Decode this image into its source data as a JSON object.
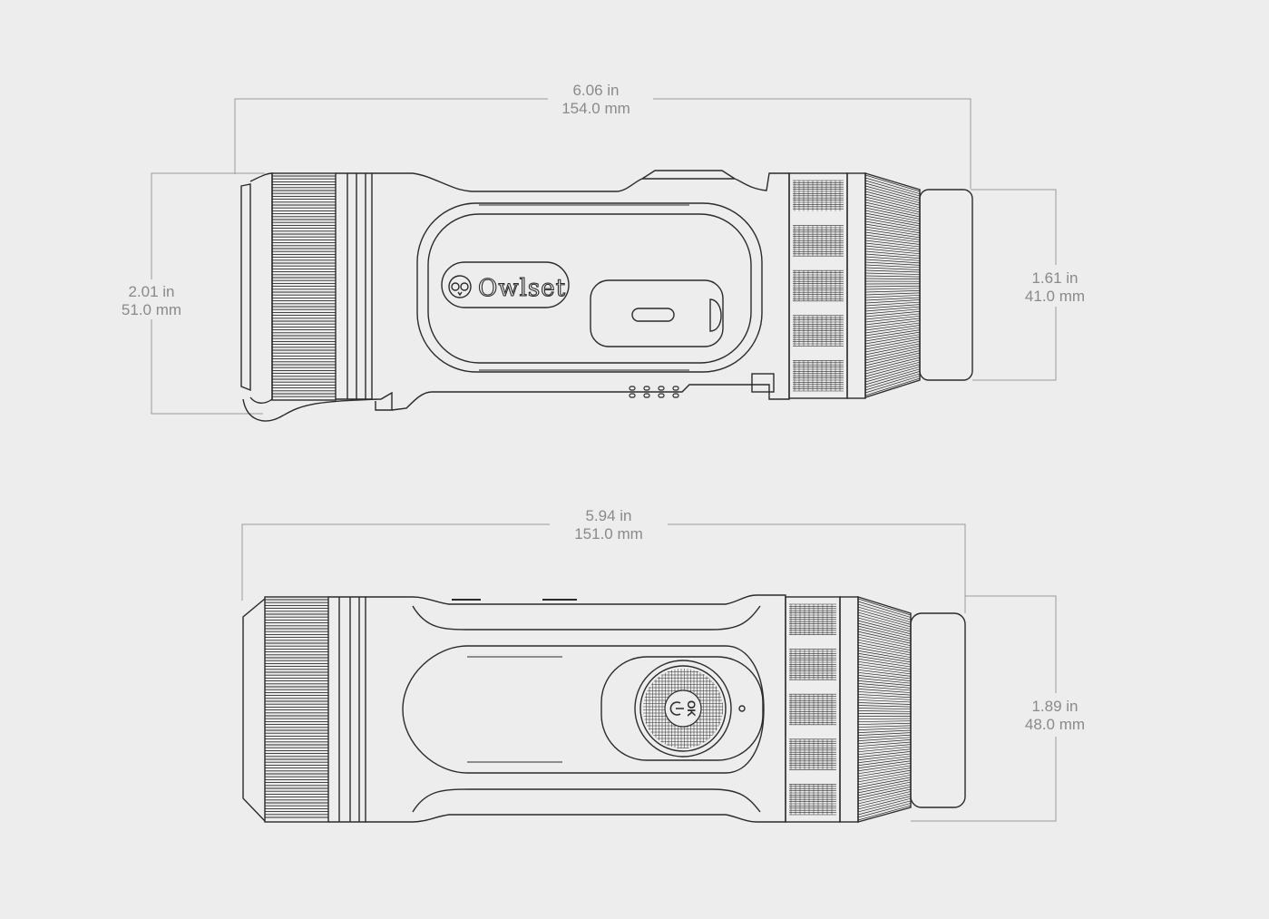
{
  "brand": {
    "name": "Owlset",
    "logo_icon": "owl-face-icon"
  },
  "button": {
    "label": "OK",
    "icon": "power-icon"
  },
  "colors": {
    "background": "#ededed",
    "line": "#2b2b2b",
    "dimension": "#8a8a8a"
  },
  "dimensions": {
    "side_length": {
      "imperial": "6.06 in",
      "metric": "154.0 mm"
    },
    "side_height": {
      "imperial": "2.01 in",
      "metric": "51.0 mm"
    },
    "side_eyepiece": {
      "imperial": "1.61 in",
      "metric": "41.0 mm"
    },
    "top_length": {
      "imperial": "5.94 in",
      "metric": "151.0 mm"
    },
    "top_eyepiece": {
      "imperial": "1.89 in",
      "metric": "48.0 mm"
    }
  }
}
